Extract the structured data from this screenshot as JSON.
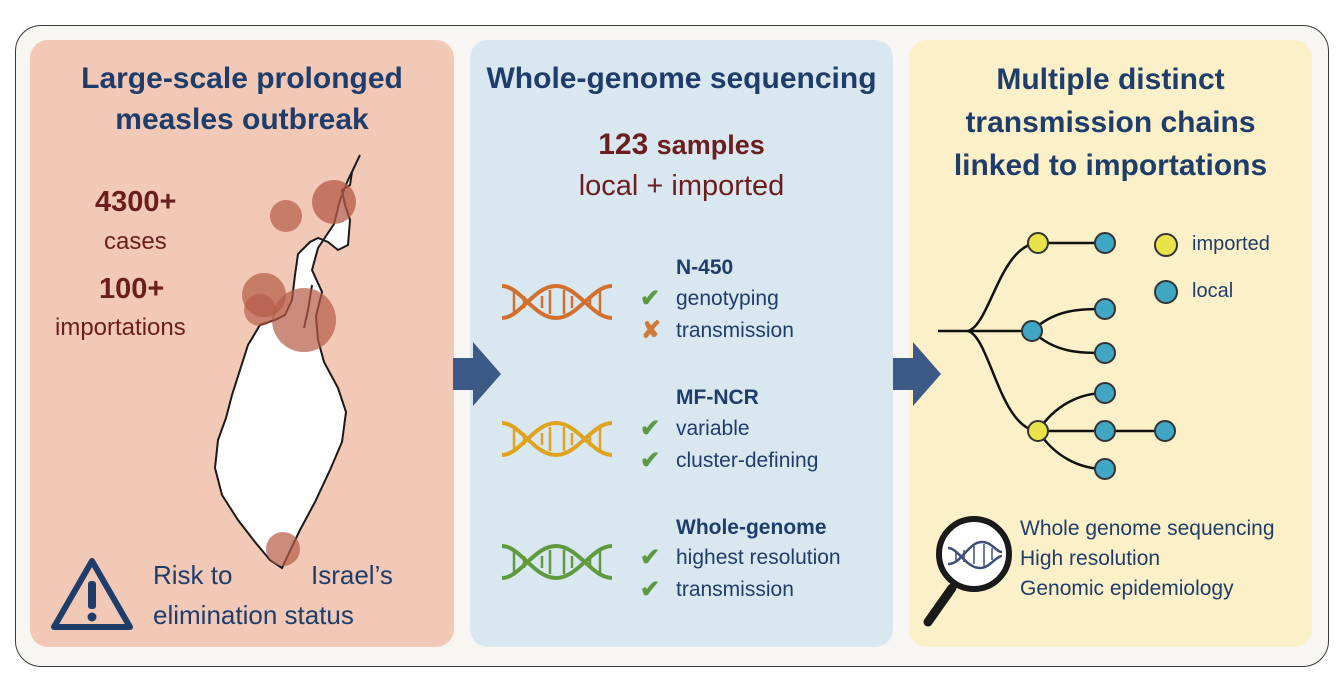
{
  "panels": {
    "outbreak": {
      "title_line1": "Large-scale prolonged",
      "title_line2": "measles outbreak",
      "cases_count": "4300+",
      "cases_label": "cases",
      "importations_count": "100+",
      "importations_label": "importations",
      "risk_line1_a": "Risk to",
      "risk_line1_b": "Israel’s",
      "risk_line2": "elimination status"
    },
    "sequencing": {
      "title": "Whole-genome sequencing",
      "samples_count": "123",
      "samples_word": "samples",
      "samples_sub": "local + imported",
      "methods": [
        {
          "name": "N-450",
          "items": [
            {
              "mark": "check",
              "text": "genotyping"
            },
            {
              "mark": "cross",
              "text": "transmission"
            }
          ],
          "color": "#d0702c"
        },
        {
          "name": "MF-NCR",
          "items": [
            {
              "mark": "check",
              "text": "variable"
            },
            {
              "mark": "check",
              "text": "cluster-defining"
            }
          ],
          "color": "#e0a31e"
        },
        {
          "name": "Whole-genome",
          "items": [
            {
              "mark": "check",
              "text": "highest resolution"
            },
            {
              "mark": "check",
              "text": "transmission"
            }
          ],
          "color": "#5f9a3e"
        }
      ]
    },
    "chains": {
      "title_line1": "Multiple distinct",
      "title_line2": "transmission chains",
      "title_line3": "linked to importations",
      "legend_imported": "imported",
      "legend_local": "local",
      "summary": [
        "Whole genome sequencing",
        "High resolution",
        "Genomic epidemiology"
      ]
    }
  },
  "colors": {
    "title": "#1f3d6b",
    "accent_dark_red": "#6b1e1e",
    "imported_node": "#e9e34a",
    "local_node": "#3fa7c3",
    "arrow": "#3c5a85",
    "check": "#5b9a44",
    "cross": "#d07a3a"
  },
  "icons": [
    "warning-triangle-icon",
    "magnifier-dna-icon",
    "dna-icon",
    "check-icon",
    "cross-icon",
    "arrow-right-icon",
    "israel-map"
  ]
}
